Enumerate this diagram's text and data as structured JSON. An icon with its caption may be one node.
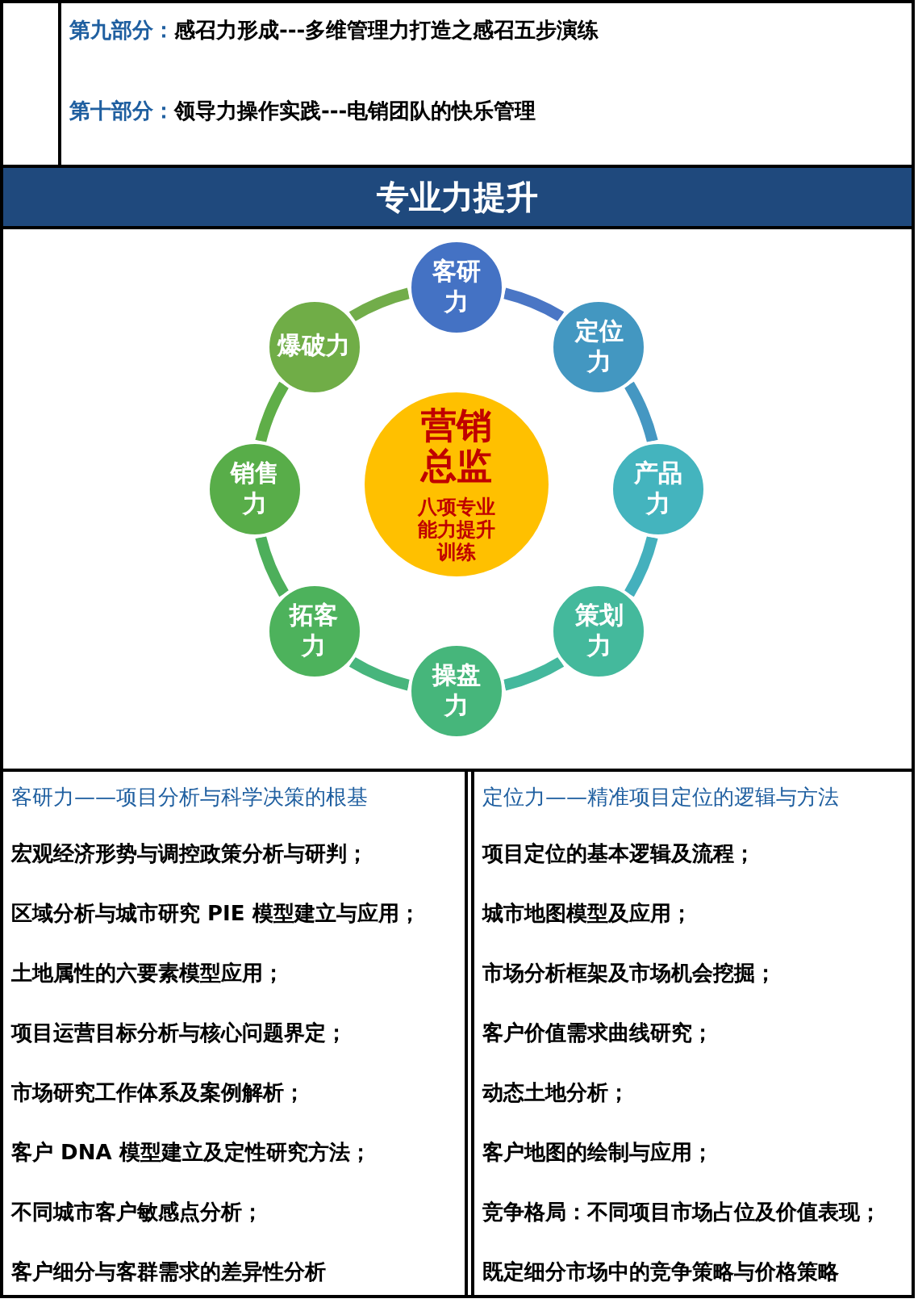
{
  "diagram": {
    "title": "专业力提升",
    "nodes": [
      {
        "text": [
          "客研力"
        ]
      },
      {
        "text": [
          "定位力"
        ]
      },
      {
        "text": [
          "产品力"
        ]
      },
      {
        "text": [
          "策划力"
        ]
      },
      {
        "text": [
          "操盘力"
        ]
      },
      {
        "text": [
          "拓客力"
        ]
      },
      {
        "text": [
          "销售力"
        ]
      },
      {
        "text": [
          "爆破力"
        ]
      },
      {
        "text": [
          "营销总监",
          "八项专业能力提升训练"
        ]
      }
    ],
    "edges": [
      {
        "from": 0,
        "to": 1,
        "arrow": "none",
        "color": "#4a76c5"
      },
      {
        "from": 1,
        "to": 2,
        "arrow": "none",
        "color": "#4597c2"
      },
      {
        "from": 2,
        "to": 3,
        "arrow": "none",
        "color": "#44b0bd"
      },
      {
        "from": 3,
        "to": 4,
        "arrow": "none",
        "color": "#44b89d"
      },
      {
        "from": 4,
        "to": 5,
        "arrow": "none",
        "color": "#47b57c"
      },
      {
        "from": 5,
        "to": 6,
        "arrow": "none",
        "color": "#4daf5b"
      },
      {
        "from": 6,
        "to": 7,
        "arrow": "none",
        "color": "#5fae48"
      },
      {
        "from": 7,
        "to": 0,
        "arrow": "none",
        "color": "#72ad4a"
      }
    ],
    "labels": [
      "第九部分：",
      "感召力形成---多维管理力打造之感召五步演练",
      "第十部分：",
      "领导力操作实践---电销团队的快乐管理",
      "客研力——项目分析与科学决策的根基",
      "宏观经济形势与调控政策分析与研判；",
      "区域分析与城市研究 PIE 模型建立与应用；",
      "土地属性的六要素模型应用；",
      "项目运营目标分析与核心问题界定；",
      "市场研究工作体系及案例解析；",
      "客户 DNA 模型建立及定性研究方法；",
      "不同城市客户敏感点分析；",
      "客户细分与客群需求的差异性分析",
      "定位力——精准项目定位的逻辑与方法",
      "项目定位的基本逻辑及流程；",
      "城市地图模型及应用；",
      "市场分析框架及市场机会挖掘；",
      "客户价值需求曲线研究；",
      "动态土地分析；",
      "客户地图的绘制与应用；",
      "竞争格局：不同项目市场占位及价值表现；",
      "既定细分市场中的竞争策略与价格策略"
    ]
  }
}
